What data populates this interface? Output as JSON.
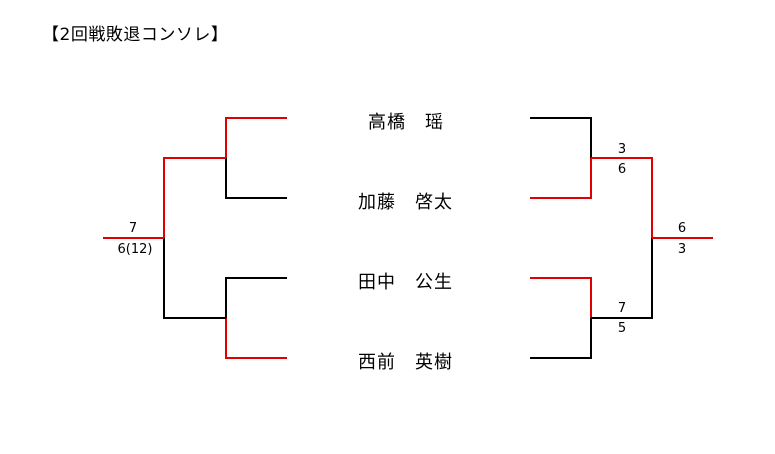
{
  "title": "【2回戦敗退コンソレ】",
  "players": [
    "高橋　瑶",
    "加藤　啓太",
    "田中　公生",
    "西前　英樹"
  ],
  "scores": {
    "final_left_top": "7",
    "final_left_bottom": "6(12)",
    "right_semi1_top": "3",
    "right_semi1_bottom": "6",
    "right_semi2_top": "7",
    "right_semi2_bottom": "5",
    "right_final_top": "6",
    "right_final_bottom": "3"
  },
  "colors": {
    "winner_line": "#e00000",
    "normal_line": "#000000"
  }
}
